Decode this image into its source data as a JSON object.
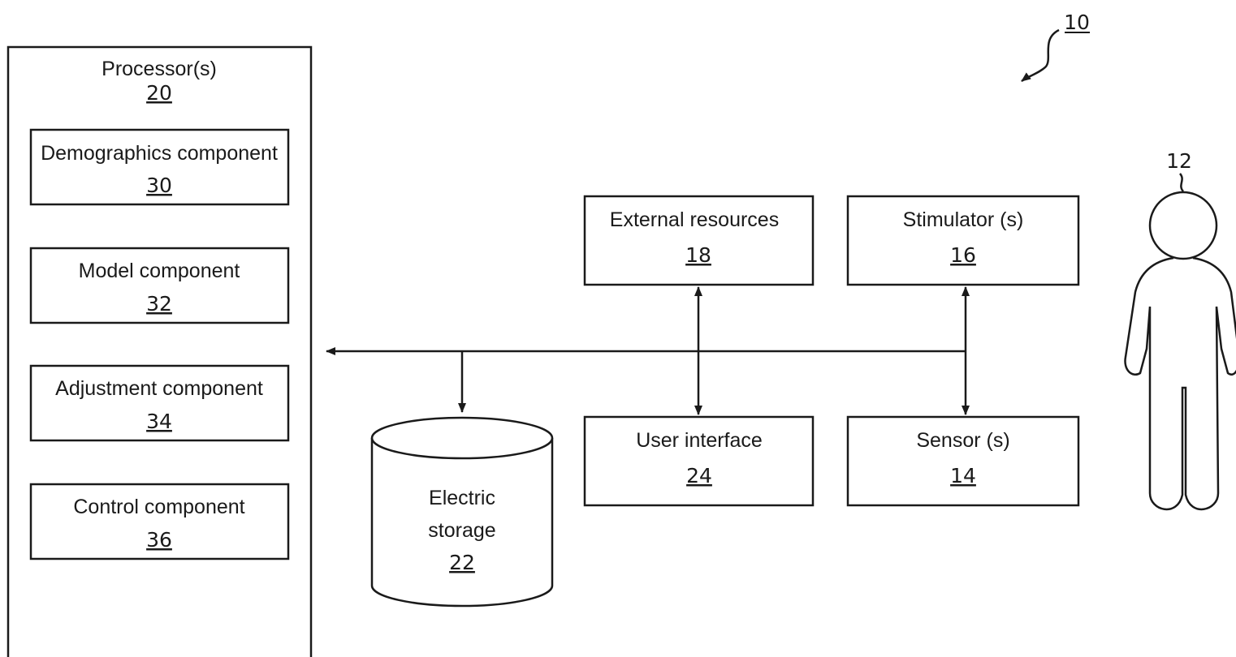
{
  "system": {
    "ref": "10"
  },
  "user": {
    "ref": "12"
  },
  "processor": {
    "title": "Processor(s)",
    "ref": "20",
    "components": [
      {
        "label": "Demographics component",
        "ref": "30"
      },
      {
        "label": "Model component",
        "ref": "32"
      },
      {
        "label": "Adjustment component",
        "ref": "34"
      },
      {
        "label": "Control component",
        "ref": "36"
      }
    ]
  },
  "storage": {
    "label_line1": "Electric",
    "label_line2": "storage",
    "ref": "22"
  },
  "external": {
    "label": "External resources",
    "ref": "18"
  },
  "stimulator": {
    "label": "Stimulator (s)",
    "ref": "16"
  },
  "ui": {
    "label": "User interface",
    "ref": "24"
  },
  "sensor": {
    "label": "Sensor (s)",
    "ref": "14"
  }
}
